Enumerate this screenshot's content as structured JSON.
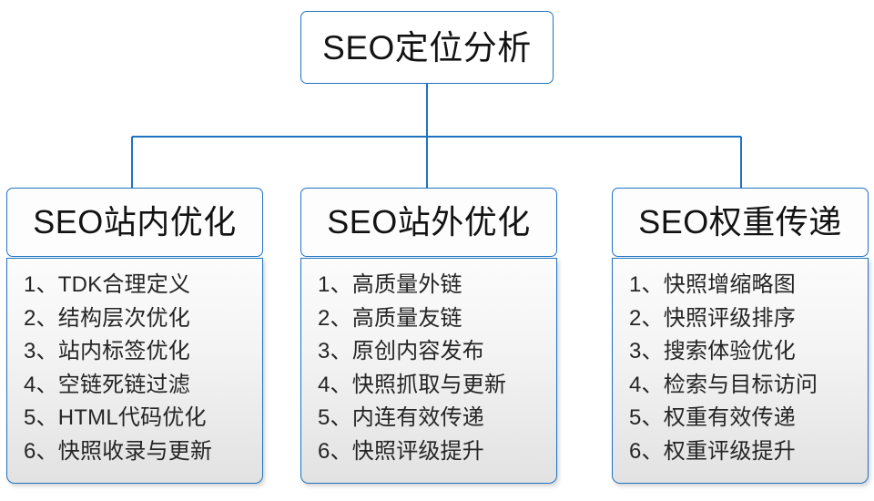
{
  "diagram": {
    "type": "organization-tree",
    "accent_color": "#1f73c0",
    "text_color": "#131313",
    "body_text_color": "#252525",
    "background": "#ffffff",
    "root": {
      "label": "SEO定位分析"
    },
    "branches": [
      {
        "id": "seo-onsite",
        "header": "SEO站内优化",
        "items": [
          {
            "num": "1、",
            "text": "TDK合理定义"
          },
          {
            "num": "2、",
            "text": "结构层次优化"
          },
          {
            "num": "3、",
            "text": "站内标签优化"
          },
          {
            "num": "4、",
            "text": "空链死链过滤"
          },
          {
            "num": "5、",
            "text": "HTML代码优化"
          },
          {
            "num": "6、",
            "text": "快照收录与更新"
          }
        ]
      },
      {
        "id": "seo-offsite",
        "header": "SEO站外优化",
        "items": [
          {
            "num": "1、",
            "text": "高质量外链"
          },
          {
            "num": "2、",
            "text": "高质量友链"
          },
          {
            "num": "3、",
            "text": "原创内容发布"
          },
          {
            "num": "4、",
            "text": "快照抓取与更新"
          },
          {
            "num": "5、",
            "text": "内连有效传递"
          },
          {
            "num": "6、",
            "text": "快照评级提升"
          }
        ]
      },
      {
        "id": "seo-weight",
        "header": "SEO权重传递",
        "items": [
          {
            "num": "1、",
            "text": "快照增缩略图"
          },
          {
            "num": "2、",
            "text": "快照评级排序"
          },
          {
            "num": "3、",
            "text": "搜索体验优化"
          },
          {
            "num": "4、",
            "text": "检索与目标访问"
          },
          {
            "num": "5、",
            "text": "权重有效传递"
          },
          {
            "num": "6、",
            "text": "权重评级提升"
          }
        ]
      }
    ]
  }
}
